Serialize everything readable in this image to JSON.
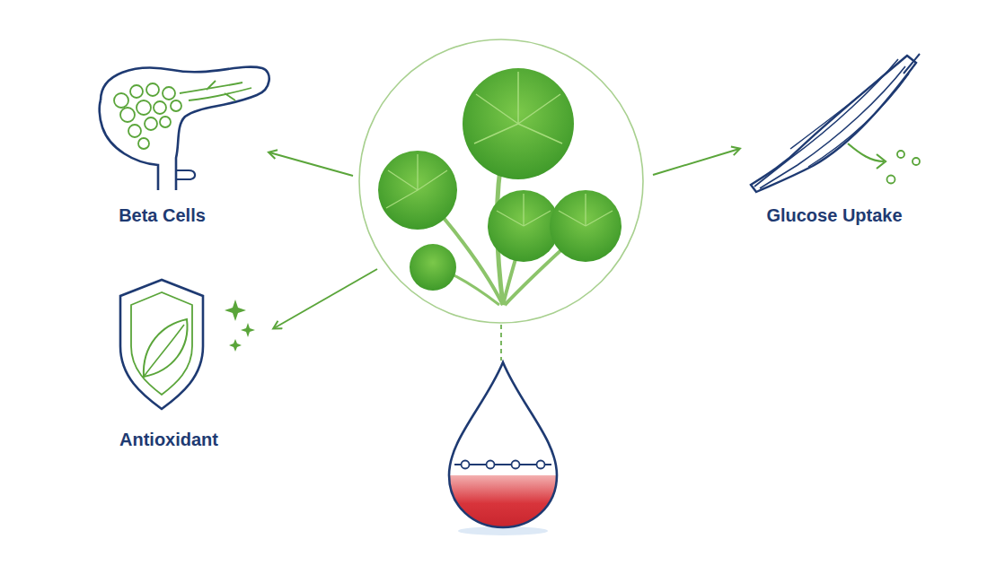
{
  "diagram": {
    "nodes": [
      {
        "text": [
          "Beta Cells"
        ]
      },
      {
        "text": [
          "Glucose Uptake"
        ]
      },
      {
        "text": [
          "Antioxidant"
        ]
      }
    ]
  }
}
